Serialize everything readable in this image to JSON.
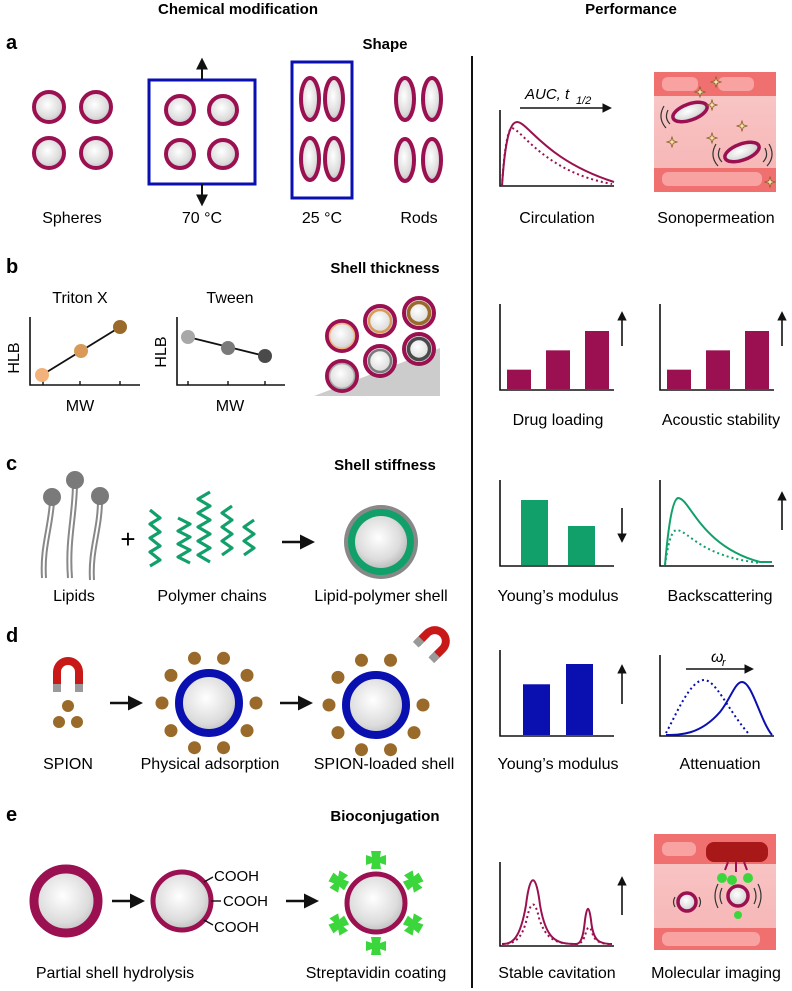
{
  "columns": {
    "left": "Chemical modification",
    "right": "Performance"
  },
  "colors": {
    "maroon": "#9a1050",
    "blue": "#0a0fb0",
    "green": "#12a06a",
    "spion": "#9a6a2a",
    "vessel": "#f4b4b4",
    "streptavidin": "#3bd63b"
  },
  "panels": {
    "a": {
      "letter": "a",
      "title": "Shape",
      "labels": [
        "Spheres",
        "70 °C",
        "25 °C",
        "Rods"
      ],
      "perf": [
        "Circulation",
        "Sonopermeation"
      ],
      "axis_note": "AUC, t1/2",
      "axis_note_main": "AUC, t",
      "axis_note_sub": "1/2"
    },
    "b": {
      "letter": "b",
      "title": "Shell thickness",
      "plot1": {
        "title": "Triton X",
        "ylabel": "HLB",
        "xlabel": "MW"
      },
      "plot2": {
        "title": "Tween",
        "ylabel": "HLB",
        "xlabel": "MW"
      },
      "perf": [
        "Drug loading",
        "Acoustic stability"
      ],
      "chart_data": [
        {
          "type": "bar",
          "title": "Drug loading",
          "values": [
            1,
            2,
            3
          ]
        },
        {
          "type": "bar",
          "title": "Acoustic stability",
          "values": [
            1,
            2,
            3
          ]
        }
      ]
    },
    "c": {
      "letter": "c",
      "title": "Shell stiffness",
      "labels": [
        "Lipids",
        "Polymer chains",
        "Lipid-polymer shell"
      ],
      "plus": "+",
      "perf": [
        "Young’s modulus",
        "Backscattering"
      ],
      "chart_data": {
        "type": "bar",
        "title": "Young’s modulus",
        "values": [
          2,
          1.2
        ]
      }
    },
    "d": {
      "letter": "d",
      "labels": [
        "SPION",
        "Physical adsorption",
        "SPION-loaded shell"
      ],
      "perf": [
        "Young’s modulus",
        "Attenuation"
      ],
      "axis_note": "ωr",
      "axis_note_main": "ω",
      "axis_note_sub": "r",
      "chart_data": {
        "type": "bar",
        "title": "Young’s modulus",
        "values": [
          1.5,
          2.1
        ]
      }
    },
    "e": {
      "letter": "e",
      "title": "Bioconjugation",
      "labels": [
        "Partial shell hydrolysis",
        "Streptavidin coating"
      ],
      "group": "COOH",
      "perf": [
        "Stable cavitation",
        "Molecular imaging"
      ]
    }
  }
}
